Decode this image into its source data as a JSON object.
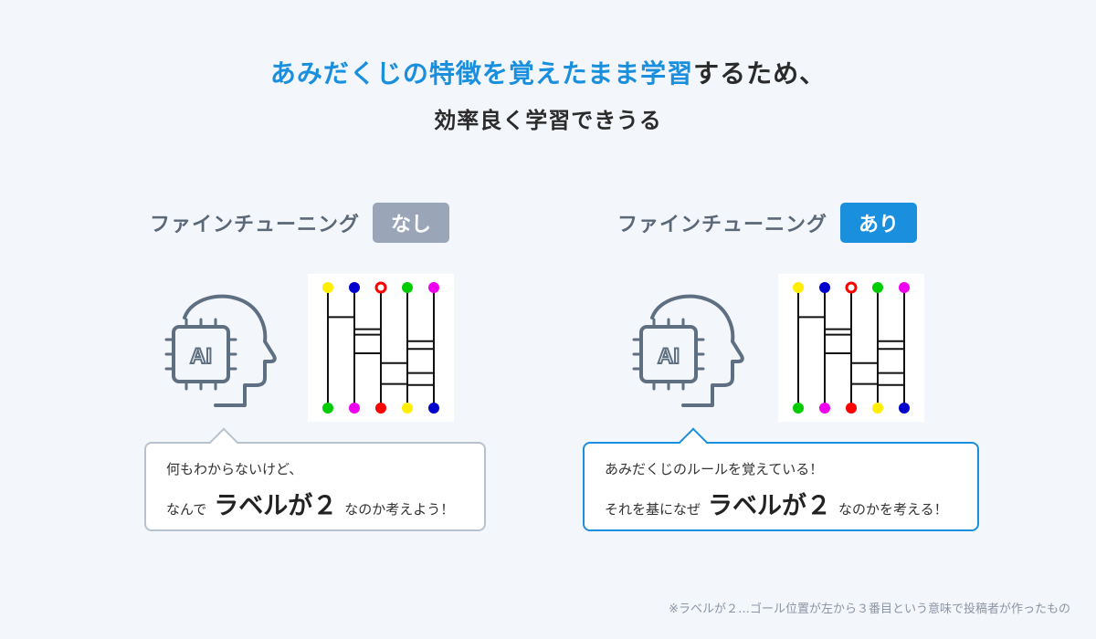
{
  "headline": {
    "accent": "あみだくじの特徴を覚えたまま学習",
    "rest": "するため、",
    "line2": "効率良く学習できうる"
  },
  "left": {
    "label": "ファインチューニング",
    "badge": "なし",
    "ai_text": "AI",
    "bubble_line1": "何もわからないけど、",
    "bubble_pre": "なんで",
    "bubble_big": "ラベルが２",
    "bubble_post": "なのか考えよう！"
  },
  "right": {
    "label": "ファインチューニング",
    "badge": "あり",
    "ai_text": "AI",
    "bubble_line1": "あみだくじのルールを覚えている！",
    "bubble_pre": "それを基になぜ",
    "bubble_big": "ラベルが２",
    "bubble_post": "なのかを考える！"
  },
  "footnote": "※ラベルが２…ゴール位置が左から３番目という意味で投稿者が作ったもの",
  "colors": {
    "accent": "#1a8fdd",
    "badge_off": "#9aa6b8",
    "icon": "#5f6f82",
    "top_dots": [
      "#ffee00",
      "#0000cc",
      "#ff0000",
      "#00cc00",
      "#ee00ee"
    ],
    "bottom_dots": [
      "#00cc00",
      "#ee00ee",
      "#ff0000",
      "#ffee00",
      "#0000cc"
    ]
  },
  "ladder": {
    "rungs": [
      {
        "left_line": 0,
        "y": 0.22
      },
      {
        "left_line": 1,
        "y": 0.33
      },
      {
        "left_line": 1,
        "y": 0.38
      },
      {
        "left_line": 1,
        "y": 0.55
      },
      {
        "left_line": 3,
        "y": 0.44
      },
      {
        "left_line": 3,
        "y": 0.51
      },
      {
        "left_line": 2,
        "y": 0.64
      },
      {
        "left_line": 3,
        "y": 0.73
      },
      {
        "left_line": 2,
        "y": 0.83
      },
      {
        "left_line": 3,
        "y": 0.84
      }
    ],
    "top_open_index": 2
  }
}
